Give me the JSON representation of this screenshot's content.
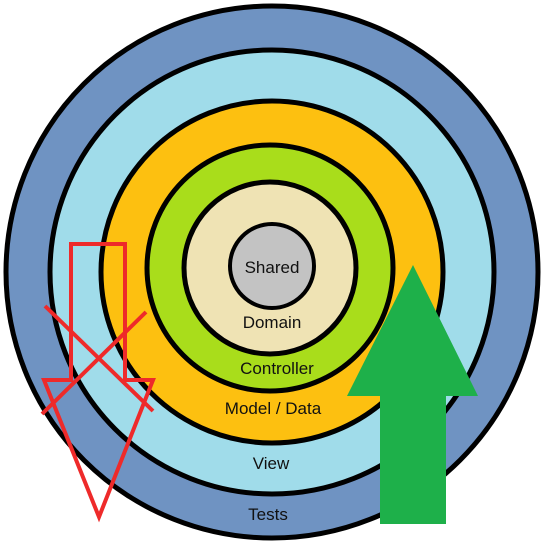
{
  "diagram": {
    "layers": [
      {
        "label": "Tests",
        "color": "#6f93c2"
      },
      {
        "label": "View",
        "color": "#a0dcea"
      },
      {
        "label": "Model / Data",
        "color": "#fdc010"
      },
      {
        "label": "Controller",
        "color": "#a9dd1b"
      },
      {
        "label": "Domain",
        "color": "#efe3b4"
      },
      {
        "label": "Shared",
        "color": "#c3c3c3"
      }
    ],
    "down_arrow": {
      "color": "#ee2a2a",
      "meaning": "crossed-out"
    },
    "up_arrow": {
      "color": "#1eb04a"
    },
    "outline_color": "#000000"
  }
}
